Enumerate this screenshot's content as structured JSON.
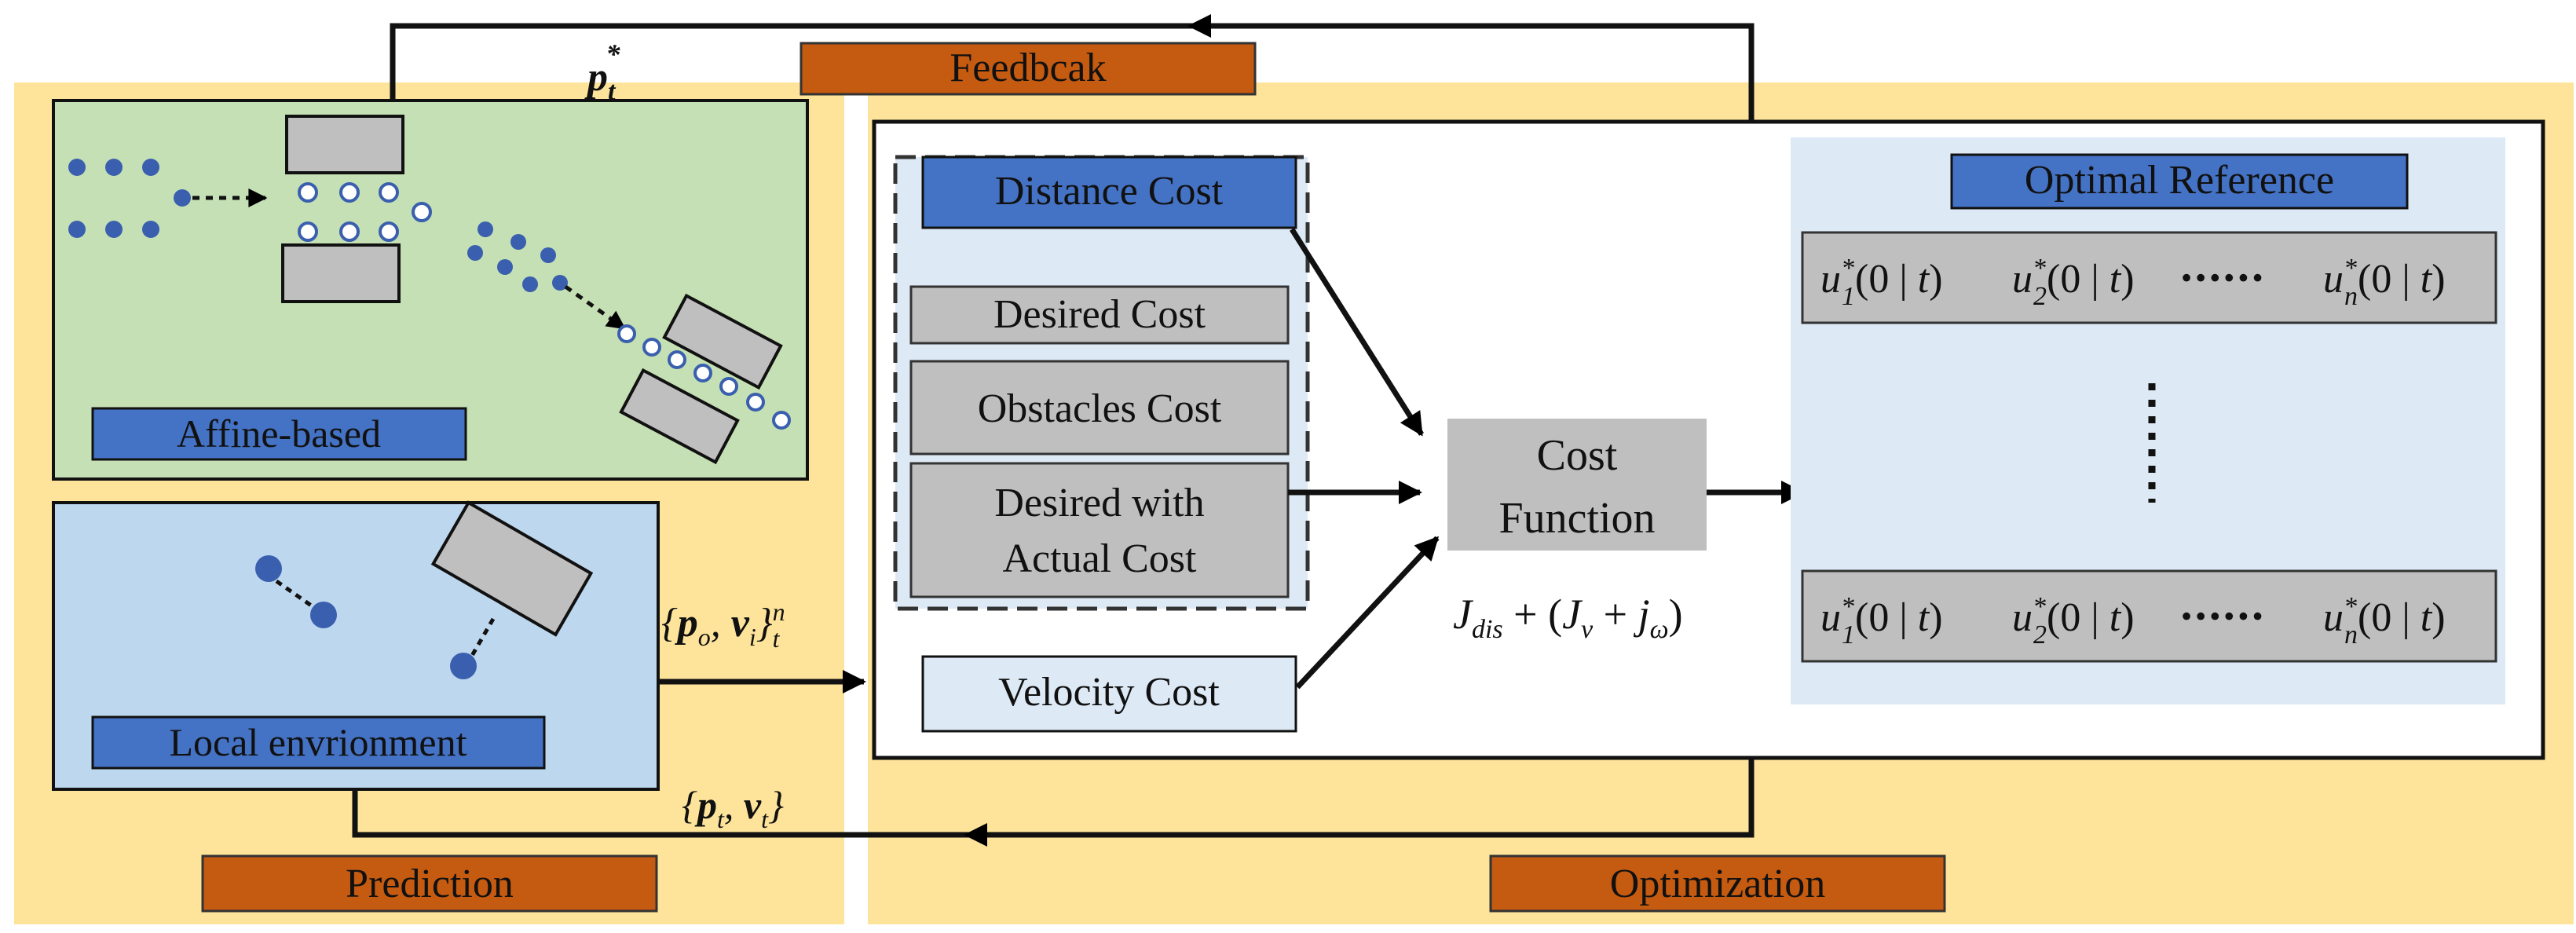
{
  "labels": {
    "feedback": "Feedbcak",
    "prediction": "Prediction",
    "optimization": "Optimization",
    "affine_based": "Affine-based",
    "local_environment": "Local envrionment",
    "distance_cost": "Distance Cost",
    "desired_cost": "Desired Cost",
    "obstacles_cost": "Obstacles Cost",
    "desired_actual_line1": "Desired with",
    "desired_actual_line2": "Actual Cost",
    "velocity_cost": "Velocity Cost",
    "cost_function_line1": "Cost",
    "cost_function_line2": "Function",
    "optimal_reference": "Optimal Reference"
  },
  "math": {
    "feedback_symbol": "p*t",
    "prediction_output": "{po, vi}nt",
    "state_feedback": "{pt, vt}",
    "cost_equation": "Jdis + (Jv + jω)",
    "control_row": "u*1(0|t)  u*2(0|t) ······ u*n(0|t)"
  },
  "colors": {
    "orange_bg": "#fde49a",
    "orange_label": "#c55a11",
    "green_panel": "#c5e0b4",
    "blue_panel": "#bdd7ee",
    "light_blue_panel": "#dde9f5",
    "blue_label": "#4472c4",
    "gray_box": "#bfbfbf",
    "agent_dot": "#3a5fae"
  }
}
